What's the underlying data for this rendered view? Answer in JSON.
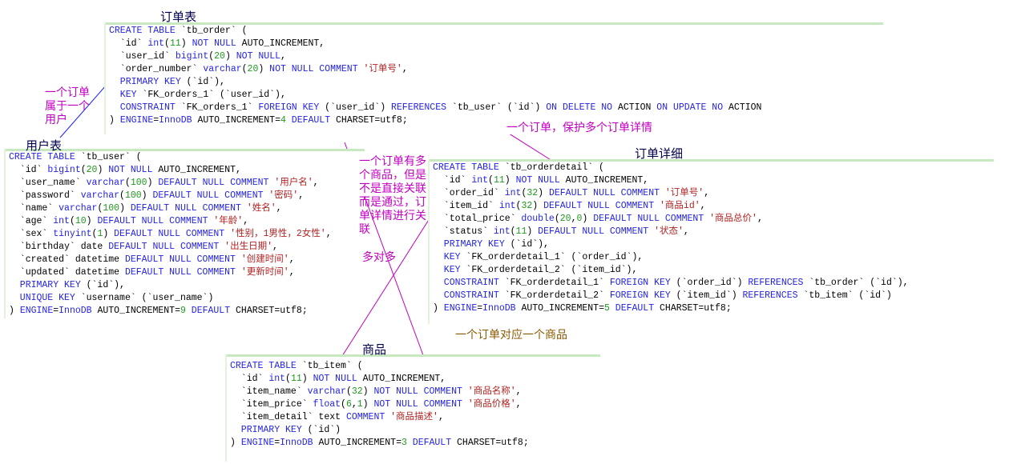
{
  "colors": {
    "keyword": "#2323e6",
    "string": "#b22222",
    "number": "#1e9a1e",
    "text": "#000000",
    "annotation_purple": "#c000c0",
    "annotation_brown": "#8b5a00",
    "title": "#000050",
    "connector_purple": "#c000c0",
    "connector_blue": "#1a1aff",
    "block_border": "#c8e8bf"
  },
  "tables": [
    {
      "id": "tb_order",
      "title": "订单表",
      "lines": [
        [
          [
            "k",
            "CREATE TABLE "
          ],
          [
            "p",
            "`tb_order` ("
          ]
        ],
        [
          [
            "p",
            "  `id` "
          ],
          [
            "k",
            "int"
          ],
          [
            "p",
            "("
          ],
          [
            "n",
            "11"
          ],
          [
            "p",
            ") "
          ],
          [
            "k",
            "NOT NULL"
          ],
          [
            "p",
            " AUTO_INCREMENT,"
          ]
        ],
        [
          [
            "p",
            "  `user_id` "
          ],
          [
            "k",
            "bigint"
          ],
          [
            "p",
            "("
          ],
          [
            "n",
            "20"
          ],
          [
            "p",
            ") "
          ],
          [
            "k",
            "NOT NULL"
          ],
          [
            "p",
            ","
          ]
        ],
        [
          [
            "p",
            "  `order_number` "
          ],
          [
            "k",
            "varchar"
          ],
          [
            "p",
            "("
          ],
          [
            "n",
            "20"
          ],
          [
            "p",
            ") "
          ],
          [
            "k",
            "NOT NULL COMMENT "
          ],
          [
            "s",
            "'订单号'"
          ],
          [
            "p",
            ","
          ]
        ],
        [
          [
            "k",
            "  PRIMARY KEY"
          ],
          [
            "p",
            " (`id`),"
          ]
        ],
        [
          [
            "k",
            "  KEY"
          ],
          [
            "p",
            " `FK_orders_1` (`user_id`),"
          ]
        ],
        [
          [
            "k",
            "  CONSTRAINT"
          ],
          [
            "p",
            " `FK_orders_1` "
          ],
          [
            "k",
            "FOREIGN KEY"
          ],
          [
            "p",
            " (`user_id`) "
          ],
          [
            "k",
            "REFERENCES"
          ],
          [
            "p",
            " `tb_user` (`id`) "
          ],
          [
            "k",
            "ON DELETE NO"
          ],
          [
            "p",
            " ACTION "
          ],
          [
            "k",
            "ON UPDATE NO"
          ],
          [
            "p",
            " ACTION"
          ]
        ],
        [
          [
            "p",
            ") "
          ],
          [
            "k",
            "ENGINE"
          ],
          [
            "p",
            "="
          ],
          [
            "k",
            "InnoDB"
          ],
          [
            "p",
            " AUTO_INCREMENT="
          ],
          [
            "n",
            "4"
          ],
          [
            "k",
            " DEFAULT"
          ],
          [
            "p",
            " CHARSET=utf8;"
          ]
        ]
      ]
    },
    {
      "id": "tb_user",
      "title": "用户表",
      "lines": [
        [
          [
            "k",
            "CREATE TABLE "
          ],
          [
            "p",
            "`tb_user` ("
          ]
        ],
        [
          [
            "p",
            "  `id` "
          ],
          [
            "k",
            "bigint"
          ],
          [
            "p",
            "("
          ],
          [
            "n",
            "20"
          ],
          [
            "p",
            ") "
          ],
          [
            "k",
            "NOT NULL"
          ],
          [
            "p",
            " AUTO_INCREMENT,"
          ]
        ],
        [
          [
            "p",
            "  `user_name` "
          ],
          [
            "k",
            "varchar"
          ],
          [
            "p",
            "("
          ],
          [
            "n",
            "100"
          ],
          [
            "p",
            ") "
          ],
          [
            "k",
            "DEFAULT NULL COMMENT "
          ],
          [
            "s",
            "'用户名'"
          ],
          [
            "p",
            ","
          ]
        ],
        [
          [
            "p",
            "  `password` "
          ],
          [
            "k",
            "varchar"
          ],
          [
            "p",
            "("
          ],
          [
            "n",
            "100"
          ],
          [
            "p",
            ") "
          ],
          [
            "k",
            "DEFAULT NULL COMMENT "
          ],
          [
            "s",
            "'密码'"
          ],
          [
            "p",
            ","
          ]
        ],
        [
          [
            "p",
            "  `name` "
          ],
          [
            "k",
            "varchar"
          ],
          [
            "p",
            "("
          ],
          [
            "n",
            "100"
          ],
          [
            "p",
            ") "
          ],
          [
            "k",
            "DEFAULT NULL COMMENT "
          ],
          [
            "s",
            "'姓名'"
          ],
          [
            "p",
            ","
          ]
        ],
        [
          [
            "p",
            "  `age` "
          ],
          [
            "k",
            "int"
          ],
          [
            "p",
            "("
          ],
          [
            "n",
            "10"
          ],
          [
            "p",
            ") "
          ],
          [
            "k",
            "DEFAULT NULL COMMENT "
          ],
          [
            "s",
            "'年龄'"
          ],
          [
            "p",
            ","
          ]
        ],
        [
          [
            "p",
            "  `sex` "
          ],
          [
            "k",
            "tinyint"
          ],
          [
            "p",
            "("
          ],
          [
            "n",
            "1"
          ],
          [
            "p",
            ") "
          ],
          [
            "k",
            "DEFAULT NULL COMMENT "
          ],
          [
            "s",
            "'性别，1男性，2女性'"
          ],
          [
            "p",
            ","
          ]
        ],
        [
          [
            "p",
            "  `birthday` date "
          ],
          [
            "k",
            "DEFAULT NULL COMMENT "
          ],
          [
            "s",
            "'出生日期'"
          ],
          [
            "p",
            ","
          ]
        ],
        [
          [
            "p",
            "  `created` datetime "
          ],
          [
            "k",
            "DEFAULT NULL COMMENT "
          ],
          [
            "s",
            "'创建时间'"
          ],
          [
            "p",
            ","
          ]
        ],
        [
          [
            "p",
            "  `updated` datetime "
          ],
          [
            "k",
            "DEFAULT NULL COMMENT "
          ],
          [
            "s",
            "'更新时间'"
          ],
          [
            "p",
            ","
          ]
        ],
        [
          [
            "k",
            "  PRIMARY KEY"
          ],
          [
            "p",
            " (`id`),"
          ]
        ],
        [
          [
            "k",
            "  UNIQUE KEY"
          ],
          [
            "p",
            " `username` (`user_name`)"
          ]
        ],
        [
          [
            "p",
            ") "
          ],
          [
            "k",
            "ENGINE"
          ],
          [
            "p",
            "="
          ],
          [
            "k",
            "InnoDB"
          ],
          [
            "p",
            " AUTO_INCREMENT="
          ],
          [
            "n",
            "9"
          ],
          [
            "k",
            " DEFAULT"
          ],
          [
            "p",
            " CHARSET=utf8;"
          ]
        ]
      ]
    },
    {
      "id": "tb_orderdetail",
      "title": "订单详细",
      "lines": [
        [
          [
            "k",
            "CREATE TABLE "
          ],
          [
            "p",
            "`tb_orderdetail` ("
          ]
        ],
        [
          [
            "p",
            "  `id` "
          ],
          [
            "k",
            "int"
          ],
          [
            "p",
            "("
          ],
          [
            "n",
            "11"
          ],
          [
            "p",
            ") "
          ],
          [
            "k",
            "NOT NULL"
          ],
          [
            "p",
            " AUTO_INCREMENT,"
          ]
        ],
        [
          [
            "p",
            "  `order_id` "
          ],
          [
            "k",
            "int"
          ],
          [
            "p",
            "("
          ],
          [
            "n",
            "32"
          ],
          [
            "p",
            ") "
          ],
          [
            "k",
            "DEFAULT NULL COMMENT "
          ],
          [
            "s",
            "'订单号'"
          ],
          [
            "p",
            ","
          ]
        ],
        [
          [
            "p",
            "  `item_id` "
          ],
          [
            "k",
            "int"
          ],
          [
            "p",
            "("
          ],
          [
            "n",
            "32"
          ],
          [
            "p",
            ") "
          ],
          [
            "k",
            "DEFAULT NULL COMMENT "
          ],
          [
            "s",
            "'商品id'"
          ],
          [
            "p",
            ","
          ]
        ],
        [
          [
            "p",
            "  `total_price` "
          ],
          [
            "k",
            "double"
          ],
          [
            "p",
            "("
          ],
          [
            "n",
            "20"
          ],
          [
            "p",
            ","
          ],
          [
            "n",
            "0"
          ],
          [
            "p",
            ") "
          ],
          [
            "k",
            "DEFAULT NULL COMMENT "
          ],
          [
            "s",
            "'商品总价'"
          ],
          [
            "p",
            ","
          ]
        ],
        [
          [
            "p",
            "  `status` "
          ],
          [
            "k",
            "int"
          ],
          [
            "p",
            "("
          ],
          [
            "n",
            "11"
          ],
          [
            "p",
            ") "
          ],
          [
            "k",
            "DEFAULT NULL COMMENT "
          ],
          [
            "s",
            "'状态'"
          ],
          [
            "p",
            ","
          ]
        ],
        [
          [
            "k",
            "  PRIMARY KEY"
          ],
          [
            "p",
            " (`id`),"
          ]
        ],
        [
          [
            "k",
            "  KEY"
          ],
          [
            "p",
            " `FK_orderdetail_1` (`order_id`),"
          ]
        ],
        [
          [
            "k",
            "  KEY"
          ],
          [
            "p",
            " `FK_orderdetail_2` (`item_id`),"
          ]
        ],
        [
          [
            "k",
            "  CONSTRAINT"
          ],
          [
            "p",
            " `FK_orderdetail_1` "
          ],
          [
            "k",
            "FOREIGN KEY"
          ],
          [
            "p",
            " (`order_id`) "
          ],
          [
            "k",
            "REFERENCES"
          ],
          [
            "p",
            " `tb_order` (`id`),"
          ]
        ],
        [
          [
            "k",
            "  CONSTRAINT"
          ],
          [
            "p",
            " `FK_orderdetail_2` "
          ],
          [
            "k",
            "FOREIGN KEY"
          ],
          [
            "p",
            " (`item_id`) "
          ],
          [
            "k",
            "REFERENCES"
          ],
          [
            "p",
            " `tb_item` (`id`)"
          ]
        ],
        [
          [
            "p",
            ") "
          ],
          [
            "k",
            "ENGINE"
          ],
          [
            "p",
            "="
          ],
          [
            "k",
            "InnoDB"
          ],
          [
            "p",
            " AUTO_INCREMENT="
          ],
          [
            "n",
            "5"
          ],
          [
            "k",
            " DEFAULT"
          ],
          [
            "p",
            " CHARSET=utf8;"
          ]
        ]
      ]
    },
    {
      "id": "tb_item",
      "title": "商品",
      "lines": [
        [
          [
            "k",
            "CREATE TABLE "
          ],
          [
            "p",
            "`tb_item` ("
          ]
        ],
        [
          [
            "p",
            "  `id` "
          ],
          [
            "k",
            "int"
          ],
          [
            "p",
            "("
          ],
          [
            "n",
            "11"
          ],
          [
            "p",
            ") "
          ],
          [
            "k",
            "NOT NULL"
          ],
          [
            "p",
            " AUTO_INCREMENT,"
          ]
        ],
        [
          [
            "p",
            "  `item_name` "
          ],
          [
            "k",
            "varchar"
          ],
          [
            "p",
            "("
          ],
          [
            "n",
            "32"
          ],
          [
            "p",
            ") "
          ],
          [
            "k",
            "NOT NULL COMMENT "
          ],
          [
            "s",
            "'商品名称'"
          ],
          [
            "p",
            ","
          ]
        ],
        [
          [
            "p",
            "  `item_price` "
          ],
          [
            "k",
            "float"
          ],
          [
            "p",
            "("
          ],
          [
            "n",
            "6"
          ],
          [
            "p",
            ","
          ],
          [
            "n",
            "1"
          ],
          [
            "p",
            ") "
          ],
          [
            "k",
            "NOT NULL COMMENT "
          ],
          [
            "s",
            "'商品价格'"
          ],
          [
            "p",
            ","
          ]
        ],
        [
          [
            "p",
            "  `item_detail` text "
          ],
          [
            "k",
            "COMMENT "
          ],
          [
            "s",
            "'商品描述'"
          ],
          [
            "p",
            ","
          ]
        ],
        [
          [
            "k",
            "  PRIMARY KEY"
          ],
          [
            "p",
            " (`id`)"
          ]
        ],
        [
          [
            "p",
            ") "
          ],
          [
            "k",
            "ENGINE"
          ],
          [
            "p",
            "="
          ],
          [
            "k",
            "InnoDB"
          ],
          [
            "p",
            " AUTO_INCREMENT="
          ],
          [
            "n",
            "3"
          ],
          [
            "k",
            " DEFAULT"
          ],
          [
            "p",
            " CHARSET=utf8;"
          ]
        ]
      ]
    }
  ],
  "annotations": {
    "order_belongs_user": "一个订单\n属于一个\n用户",
    "order_many_details": "一个订单，保护多个订单详情",
    "order_many_items": "一个订单有多\n个商品，但是\n不是直接关联\n而是通过，订\n单详情进行关\n联",
    "many_to_many": "多对多",
    "order_one_item": "一个订单对应一个商品"
  }
}
